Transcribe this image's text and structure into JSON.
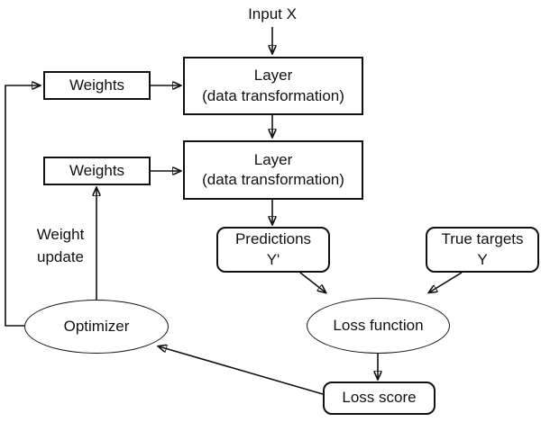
{
  "diagram": {
    "nodes": {
      "input_x": {
        "label": "Input X"
      },
      "weights_1": {
        "label": "Weights"
      },
      "weights_2": {
        "label": "Weights"
      },
      "layer_1": {
        "line1": "Layer",
        "line2": "(data transformation)"
      },
      "layer_2": {
        "line1": "Layer",
        "line2": "(data transformation)"
      },
      "predictions": {
        "line1": "Predictions",
        "line2": "Y'"
      },
      "true_targets": {
        "line1": "True targets",
        "line2": "Y"
      },
      "loss_function": {
        "label": "Loss function"
      },
      "optimizer": {
        "label": "Optimizer"
      },
      "loss_score": {
        "label": "Loss score"
      },
      "weight_update": {
        "line1": "Weight",
        "line2": "update"
      }
    },
    "edges": [
      {
        "from": "input_x",
        "to": "layer_1"
      },
      {
        "from": "weights_1",
        "to": "layer_1"
      },
      {
        "from": "layer_1",
        "to": "layer_2"
      },
      {
        "from": "weights_2",
        "to": "layer_2"
      },
      {
        "from": "layer_2",
        "to": "predictions"
      },
      {
        "from": "predictions",
        "to": "loss_function"
      },
      {
        "from": "true_targets",
        "to": "loss_function"
      },
      {
        "from": "loss_function",
        "to": "loss_score"
      },
      {
        "from": "loss_score",
        "to": "optimizer"
      },
      {
        "from": "optimizer",
        "to": "weights_2",
        "label": "Weight update"
      },
      {
        "from": "optimizer",
        "to": "weights_1"
      }
    ],
    "colors": {
      "stroke": "#111111",
      "node_fill": "#ffffff",
      "background": "#ffffff",
      "text": "#111111"
    }
  }
}
